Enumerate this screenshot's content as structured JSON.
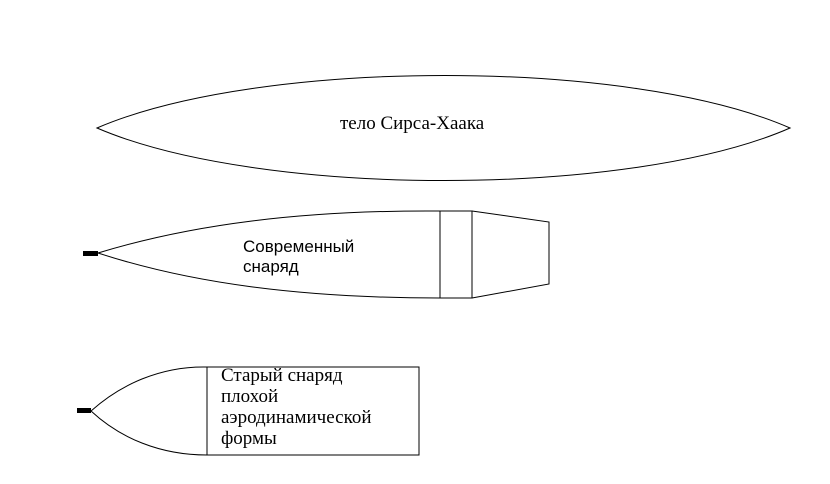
{
  "shapes": [
    {
      "id": "sears-haack-body",
      "label": "тело Сирса-Хаака"
    },
    {
      "id": "modern-shell",
      "label_lines": [
        "Современный",
        "снаряд"
      ]
    },
    {
      "id": "old-shell",
      "label_lines": [
        "Старый снаряд",
        "плохой",
        "аэродинамической",
        "формы"
      ]
    }
  ],
  "colors": {
    "stroke": "#000000",
    "fill": "#ffffff"
  }
}
